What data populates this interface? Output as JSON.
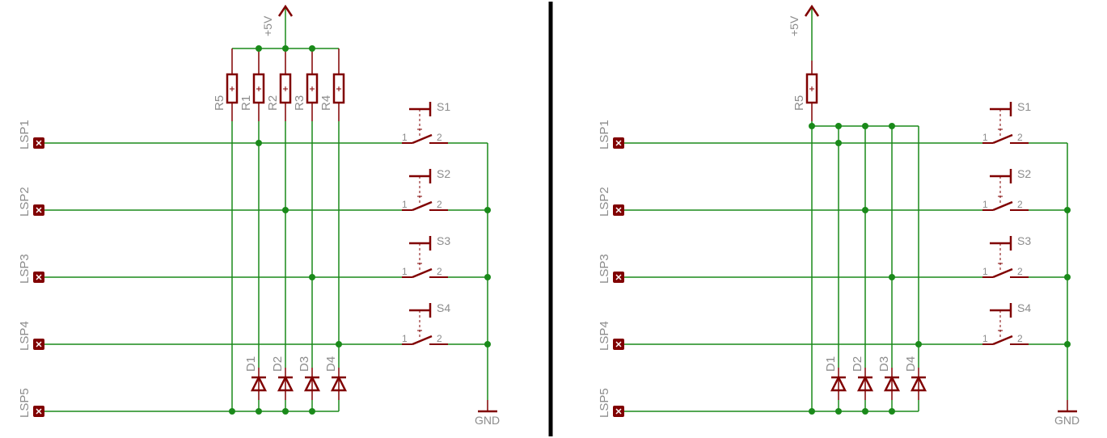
{
  "colors": {
    "wire": "#1a8a1a",
    "part": "#800000",
    "label": "#8c8c8c",
    "divider": "#000000"
  },
  "power_label": "+5V",
  "ground_label": "GND",
  "schematics": [
    {
      "name": "left",
      "connectors": [
        "LSP1",
        "LSP2",
        "LSP3",
        "LSP4",
        "LSP5"
      ],
      "resistors": [
        "R5",
        "R1",
        "R2",
        "R3",
        "R4"
      ],
      "diodes": [
        "D1",
        "D2",
        "D3",
        "D4"
      ],
      "switches": [
        "S1",
        "S2",
        "S3",
        "S4"
      ],
      "switch_pins": [
        "1",
        "2"
      ]
    },
    {
      "name": "right",
      "connectors": [
        "LSP1",
        "LSP2",
        "LSP3",
        "LSP4",
        "LSP5"
      ],
      "resistors": [
        "R5"
      ],
      "diodes": [
        "D1",
        "D2",
        "D3",
        "D4"
      ],
      "switches": [
        "S1",
        "S2",
        "S3",
        "S4"
      ],
      "switch_pins": [
        "1",
        "2"
      ]
    }
  ]
}
